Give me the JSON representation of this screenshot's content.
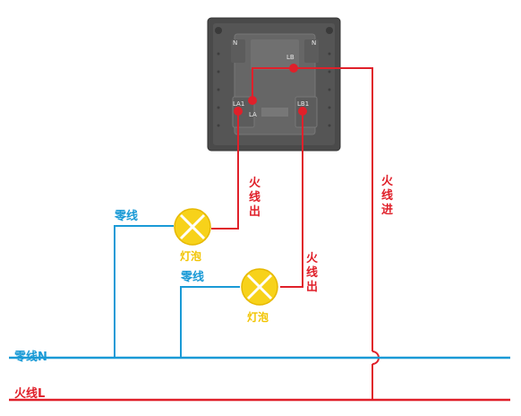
{
  "labels": {
    "live_out_1": [
      "火",
      "线",
      "出"
    ],
    "live_out_2": [
      "火",
      "线",
      "出"
    ],
    "live_in": [
      "火",
      "线",
      "进"
    ],
    "neutral_wire_1": "零线",
    "neutral_wire_2": "零线",
    "bulb_1": "灯泡",
    "bulb_2": "灯泡",
    "neutral_bus": "零线N",
    "live_bus": "火线L"
  },
  "switch_terminals": {
    "lb": "LB",
    "la1": "LA1",
    "la": "LA",
    "lb1": "LB1",
    "n_left": "N",
    "n_right": "N"
  },
  "colors": {
    "live": "#e0202a",
    "neutral": "#1a9ad6",
    "bulb": "#f7d21a",
    "panel": "#4a4a4a"
  }
}
